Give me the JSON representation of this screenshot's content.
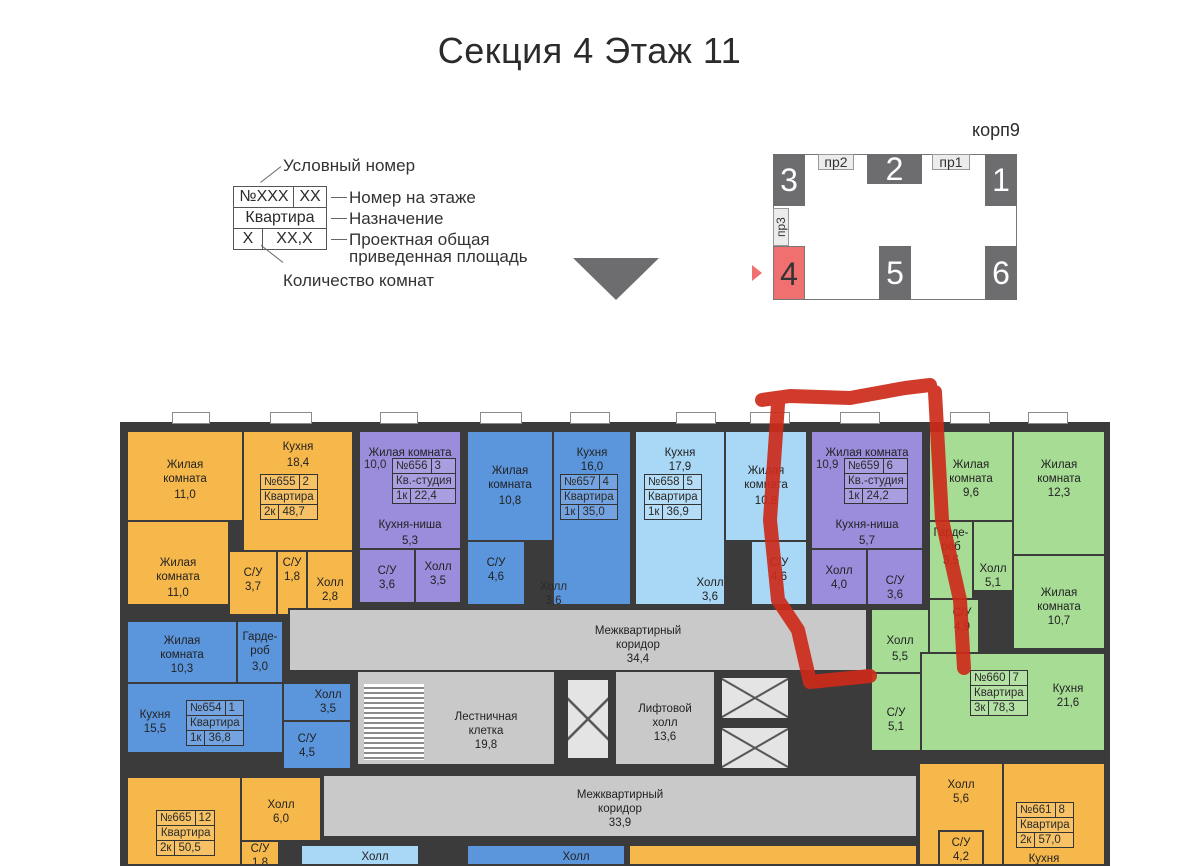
{
  "title": "Секция 4 Этаж 11",
  "legend": {
    "conditional_number": "Условный номер",
    "box_number": "№XXX",
    "box_floor_no": "XX",
    "box_purpose": "Квартира",
    "box_rooms": "X",
    "box_area": "XX,X",
    "floor_number": "Номер на этаже",
    "purpose": "Назначение",
    "area_line1": "Проектная общая",
    "area_line2": "приведенная площадь",
    "room_count": "Количество комнат"
  },
  "keyplan": {
    "building": "корп9",
    "sections": [
      "1",
      "2",
      "3",
      "4",
      "5",
      "6"
    ],
    "active_section": "4",
    "roads": {
      "pr1": "пр1",
      "pr2": "пр2",
      "pr3": "пр3"
    }
  },
  "colors": {
    "yellow": "#f6b84a",
    "blue": "#5b95dc",
    "light_blue": "#a9d7f6",
    "purple": "#9b8ddb",
    "green": "#a7dc95",
    "grey": "#c9c9c9",
    "active": "#f07070",
    "highlight": "#cc2a1a"
  },
  "rooms": {
    "r655_living1": [
      "Жилая",
      "комната",
      "11,0"
    ],
    "r655_kitchen": [
      "Кухня",
      "18,4"
    ],
    "r655_living2": [
      "Жилая",
      "комната",
      "11,0"
    ],
    "r655_su1": [
      "С/У",
      "3,7"
    ],
    "r655_su2": [
      "С/У",
      "1,8"
    ],
    "r655_hall": [
      "Холл",
      "2,8"
    ],
    "r656_living": [
      "Жилая комната"
    ],
    "r656_niche": [
      "Кухня-ниша",
      "5,3"
    ],
    "r656_su": [
      "С/У",
      "3,6"
    ],
    "r656_hall": [
      "Холл",
      "3,5"
    ],
    "r657_living": [
      "Жилая",
      "комната",
      "10,8"
    ],
    "r657_kitchen": [
      "Кухня",
      "16,0"
    ],
    "r657_su": [
      "С/У",
      "4,6"
    ],
    "r657_hall": [
      "Холл",
      "3,6"
    ],
    "r658_kitchen": [
      "Кухня",
      "17,9"
    ],
    "r658_living": [
      "Жилая",
      "комната",
      "10,8"
    ],
    "r658_hall": [
      "Холл",
      "3,6"
    ],
    "r658_su": [
      "С/У",
      "4,6"
    ],
    "r659_living": [
      "Жилая комната"
    ],
    "r659_niche": [
      "Кухня-ниша",
      "5,7"
    ],
    "r659_hall": [
      "Холл",
      "4,0"
    ],
    "r659_su": [
      "С/У",
      "3,6"
    ],
    "r660_living1": [
      "Жилая",
      "комната",
      "9,6"
    ],
    "r660_living2": [
      "Жилая",
      "комната",
      "12,3"
    ],
    "r660_wardrobe": [
      "Гарде-",
      "роб",
      "3,5"
    ],
    "r660_hall1": [
      "Холл",
      "5,1"
    ],
    "r660_living3": [
      "Жилая",
      "комната",
      "10,7"
    ],
    "r660_su1": [
      "С/У",
      "4,9"
    ],
    "r660_hall2": [
      "Холл",
      "5,5"
    ],
    "r660_su2": [
      "С/У",
      "5,1"
    ],
    "r660_kitchen": [
      "Кухня",
      "21,6"
    ],
    "r654_living": [
      "Жилая",
      "комната",
      "10,3"
    ],
    "r654_wardrobe": [
      "Гарде-",
      "роб",
      "3,0"
    ],
    "r654_hall": [
      "Холл",
      "3,5"
    ],
    "r654_kitchen": [
      "Кухня",
      "15,5"
    ],
    "r654_su": [
      "С/У",
      "4,5"
    ],
    "corridor1": [
      "Межквартирный",
      "коридор",
      "34,4"
    ],
    "stair": [
      "Лестничная",
      "клетка",
      "19,8"
    ],
    "lift_hall": [
      "Лифтовой",
      "холл",
      "13,6"
    ],
    "corridor2": [
      "Межквартирный",
      "коридор",
      "33,9"
    ],
    "r665_hall": [
      "Холл",
      "6,0"
    ],
    "r665_su": [
      "С/У",
      "1,8"
    ],
    "r661_hall": [
      "Холл",
      "5,6"
    ],
    "r661_su": [
      "С/У",
      "4,2"
    ],
    "r661_kitchen": [
      "Кухня"
    ],
    "bottom_hall1": [
      "Холл"
    ],
    "bottom_hall2": [
      "Холл"
    ]
  },
  "apartments": {
    "a655": {
      "num": "№655",
      "floor_no": "2",
      "type": "Квартира",
      "rooms": "2к",
      "area": "48,7"
    },
    "a656": {
      "area_living": "10,0",
      "num": "№656",
      "floor_no": "3",
      "type": "Кв.-студия",
      "rooms": "1к",
      "area": "22,4"
    },
    "a657": {
      "num": "№657",
      "floor_no": "4",
      "type": "Квартира",
      "rooms": "1к",
      "area": "35,0"
    },
    "a658": {
      "num": "№658",
      "floor_no": "5",
      "type": "Квартира",
      "rooms": "1к",
      "area": "36,9"
    },
    "a659": {
      "area_living": "10,9",
      "num": "№659",
      "floor_no": "6",
      "type": "Кв.-студия",
      "rooms": "1к",
      "area": "24,2"
    },
    "a660": {
      "num": "№660",
      "floor_no": "7",
      "type": "Квартира",
      "rooms": "3к",
      "area": "78,3"
    },
    "a654": {
      "num": "№654",
      "floor_no": "1",
      "type": "Квартира",
      "rooms": "1к",
      "area": "36,8"
    },
    "a665": {
      "num": "№665",
      "floor_no": "12",
      "type": "Квартира",
      "rooms": "2к",
      "area": "50,5"
    },
    "a661": {
      "num": "№661",
      "floor_no": "8",
      "type": "Квартира",
      "rooms": "2к",
      "area": "57,0"
    }
  }
}
